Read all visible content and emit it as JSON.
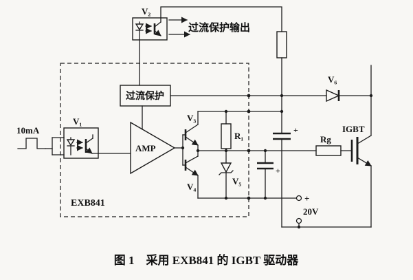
{
  "figure_caption": "图 1　采用 EXB841 的 IGBT 驱动器",
  "diagram": {
    "input_label": "10mA",
    "module_label": "EXB841",
    "amp_label": "AMP",
    "igbt_label": "IGBT",
    "protection_block_label": "过流保护",
    "protection_output_label": "过流保护输出",
    "supply_label": "20V",
    "supply_polarity": "+",
    "cap1_polarity": "+",
    "cap2_polarity": "+",
    "components": {
      "v1": "V₁",
      "v2": "V₂",
      "v3": "V₃",
      "v4": "V₄",
      "v5": "V₅",
      "v6": "V₆",
      "r1": "R₁",
      "rg": "Rg"
    }
  },
  "colors": {
    "ink": "#1c1c1c",
    "paper": "#f8f7f4"
  }
}
